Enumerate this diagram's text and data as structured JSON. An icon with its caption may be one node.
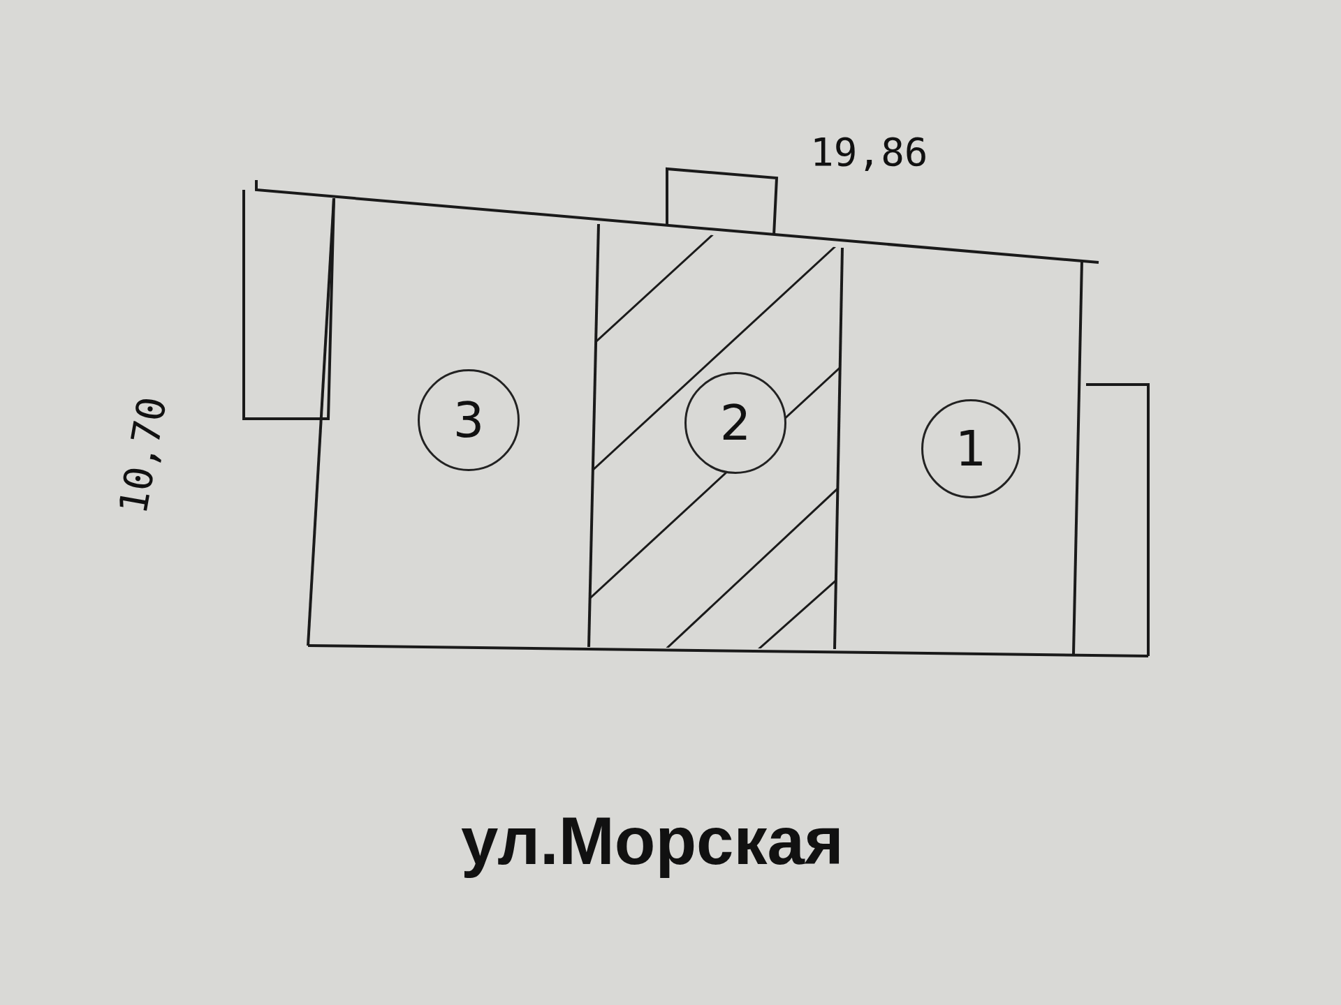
{
  "diagram": {
    "nodes": [
      {
        "text": [
          "3"
        ]
      },
      {
        "text": [
          "2"
        ]
      },
      {
        "text": [
          "1"
        ]
      }
    ],
    "labels": [
      "19,86",
      "10,70",
      "ул.Морская"
    ]
  }
}
